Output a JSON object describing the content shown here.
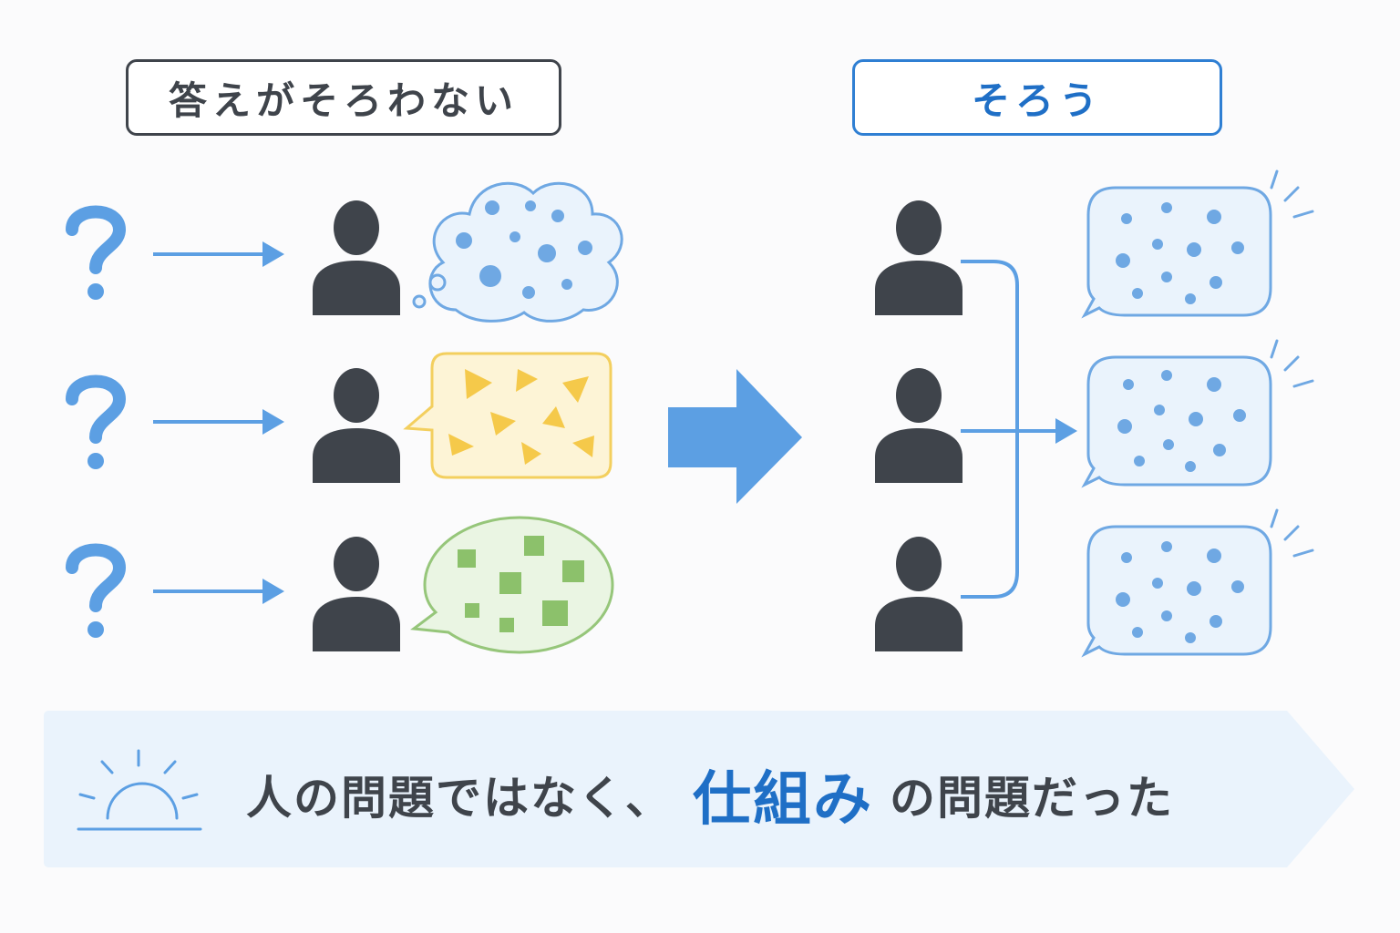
{
  "labels": {
    "left": "答えがそろわない",
    "right": "そろう"
  },
  "caption": {
    "part1": "人の問題ではなく、",
    "highlight": "仕組み",
    "part2": "の問題だった"
  },
  "colors": {
    "dark": "#3f444b",
    "blue": "#5c9fe3",
    "blue_text": "#1f6fc6",
    "yellow": "#f5c94a",
    "green": "#8cc16b",
    "banner": "#eaf3fc"
  },
  "icons": {
    "question": "question-mark-icon",
    "person": "person-icon",
    "sun": "sunrise-icon"
  }
}
